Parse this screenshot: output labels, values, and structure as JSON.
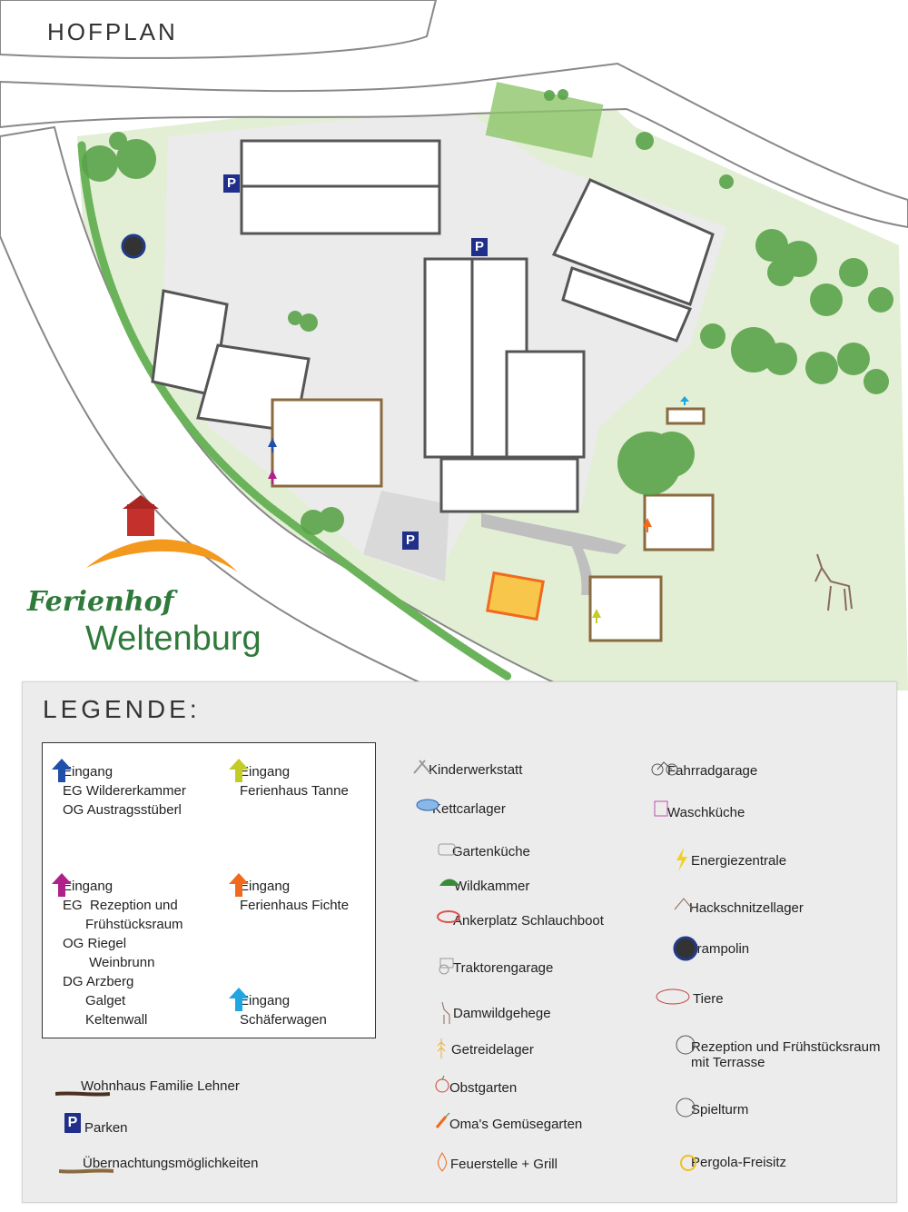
{
  "map": {
    "title": "HOFPLAN",
    "parking_label": "P"
  },
  "brand": {
    "line1": "Ferienhof",
    "line2": "Weltenburg"
  },
  "legend": {
    "title": "LEGENDE:",
    "entrances": [
      {
        "color": "#1f4fa8",
        "lines": [
          "Eingang",
          "EG Wildererkammer",
          "OG Austragsstüberl"
        ]
      },
      {
        "color": "#c2cc24",
        "lines": [
          "Eingang",
          "Ferienhaus Tanne"
        ]
      },
      {
        "color": "#b0208a",
        "lines": [
          "Eingang",
          "EG  Rezeption und",
          "      Frühstücksraum",
          "OG Riegel",
          "       Weinbrunn",
          "DG Arzberg",
          "      Galget",
          "      Keltenwall"
        ]
      },
      {
        "color": "#f06a1e",
        "lines": [
          "Eingang",
          "Ferienhaus Fichte"
        ]
      },
      {
        "color": "#1ea6e0",
        "lines": [
          "Eingang",
          "Schäferwagen"
        ]
      }
    ],
    "lines": [
      {
        "label": "Wohnhaus Familie Lehner",
        "color": "#4a3020"
      },
      {
        "label": "Parken",
        "color": "#1f2f8a"
      },
      {
        "label": "Übernachtungsmöglichkeiten",
        "color": "#8a6a3e"
      }
    ],
    "col2": [
      {
        "label": "Kinderwerkstatt",
        "icon": "tools-icon"
      },
      {
        "label": "Kettcarlager",
        "icon": "gokart-icon"
      },
      {
        "label": "Gartenküche",
        "icon": "pot-icon"
      },
      {
        "label": "Wildkammer",
        "icon": "hunter-hat-icon"
      },
      {
        "label": "Ankerplatz Schlauchboot",
        "icon": "dinghy-icon"
      },
      {
        "label": "Traktorengarage",
        "icon": "tractor-icon"
      },
      {
        "label": "Damwildgehege",
        "icon": "deer-icon"
      },
      {
        "label": "Getreidelager",
        "icon": "grain-icon"
      },
      {
        "label": "Obstgarten",
        "icon": "apple-icon"
      },
      {
        "label": "Oma's Gemüsegarten",
        "icon": "carrot-icon"
      },
      {
        "label": "Feuerstelle + Grill",
        "icon": "fire-icon"
      }
    ],
    "col3": [
      {
        "label": "Fahrradgarage",
        "icon": "bicycle-icon"
      },
      {
        "label": "Waschküche",
        "icon": "laundry-icon"
      },
      {
        "label": "Energiezentrale",
        "icon": "lightning-icon"
      },
      {
        "label": "Hackschnitzellager",
        "icon": "woodchips-icon"
      },
      {
        "label": "Trampolin",
        "icon": "trampoline-icon"
      },
      {
        "label": "Tiere",
        "icon": "animals-icon"
      },
      {
        "label": "Rezeption und Frühstücksraum",
        "label2": "mit Terrasse",
        "icon": "plate-icon"
      },
      {
        "label": "Spielturm",
        "icon": "ball-icon"
      },
      {
        "label": "Pergola-Freisitz",
        "icon": "sun-icon"
      }
    ]
  },
  "colors": {
    "meadow": "#e4f0d8",
    "road": "#ffffff",
    "courtyard": "#e9e9e9",
    "tree": "#5aa34a",
    "brand_green": "#2f7a3b",
    "parking": "#1f2f8a"
  }
}
